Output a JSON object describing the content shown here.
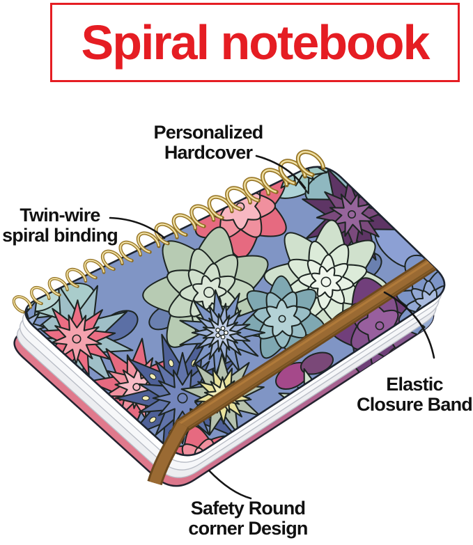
{
  "title": {
    "text": "Spiral notebook"
  },
  "annotations": {
    "hardcover": {
      "lines": [
        "Personalized",
        "Hardcover"
      ]
    },
    "spiral_binding": {
      "lines": [
        "Twin-wire",
        "spiral binding"
      ]
    },
    "elastic_band": {
      "lines": [
        "Elastic",
        "Closure Band"
      ]
    },
    "round_corner": {
      "lines": [
        "Safety Round",
        "corner Design"
      ]
    }
  },
  "colors": {
    "accent_red": "#e51d23",
    "ink": "#111111",
    "cover_base": "#8095c5",
    "band_brown": "#9a6a33",
    "wire_gold": "#c9a94d",
    "page_white": "#ffffff",
    "backcover_pink": "#e0798c",
    "backcover_purple": "#7a5590"
  }
}
